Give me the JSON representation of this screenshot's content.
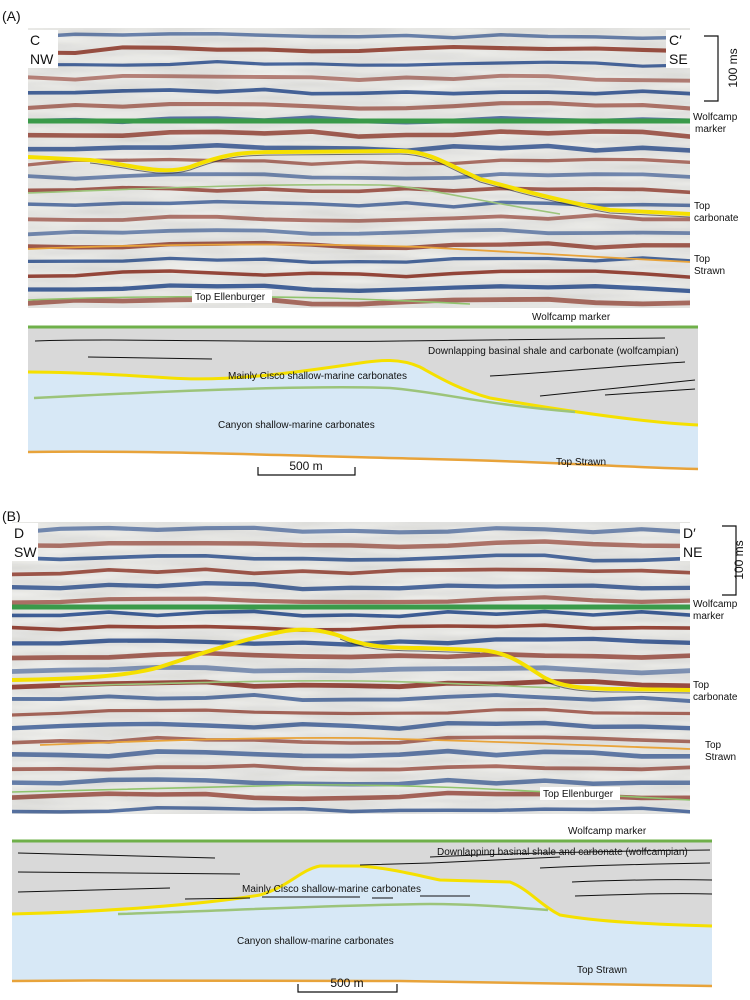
{
  "figure": {
    "panels": [
      {
        "letter": "(A)",
        "left_end": {
          "letter": "C",
          "direction": "NW"
        },
        "right_end": {
          "letter": "C′",
          "direction": "SE"
        },
        "time_scale": "100 ms",
        "seismic_labels": {
          "wolfcamp": [
            "Wolfcamp",
            "marker"
          ],
          "top_carbonate": [
            "Top",
            "carbonate"
          ],
          "top_strawn": [
            "Top",
            "Strawn"
          ],
          "top_ellenburger": "Top Ellenburger"
        },
        "interpretation": {
          "wolfcamp_marker": "Wolfcamp marker",
          "downlapping": "Downlapping basinal shale and carbonate (wolfcampian)",
          "cisco": "Mainly Cisco shallow-marine carbonates",
          "canyon": "Canyon shallow-marine carbonates",
          "top_strawn": "Top Strawn",
          "scale_bar": "500 m"
        }
      },
      {
        "letter": "(B)",
        "left_end": {
          "letter": "D",
          "direction": "SW"
        },
        "right_end": {
          "letter": "D′",
          "direction": "NE"
        },
        "time_scale": "100 ms",
        "seismic_labels": {
          "wolfcamp": [
            "Wolfcamp",
            "marker"
          ],
          "top_carbonate": [
            "Top",
            "carbonate"
          ],
          "top_strawn": [
            "Top",
            "Strawn"
          ],
          "top_ellenburger": "Top Ellenburger"
        },
        "interpretation": {
          "wolfcamp_marker": "Wolfcamp marker",
          "downlapping": "Downlapping basinal shale and carbonate (wolfcampian)",
          "cisco": "Mainly Cisco shallow-marine carbonates",
          "canyon": "Canyon shallow-marine carbonates",
          "top_strawn": "Top Strawn",
          "scale_bar": "500 m"
        }
      }
    ]
  },
  "colors": {
    "wolfcamp_horizon": "#3a9a4a",
    "top_carbonate_horizon": "#f5e000",
    "canyon_horizon": "#9cc47a",
    "top_strawn_horizon": "#e8a33a",
    "ellenburger_horizon": "#8fc36c",
    "shale_fill": "#d9d9d9",
    "carbonate_fill": "#d7e8f6",
    "seismic_red": "#8e2f20",
    "seismic_blue": "#2a4f91",
    "seismic_white": "#f1f1ee"
  }
}
